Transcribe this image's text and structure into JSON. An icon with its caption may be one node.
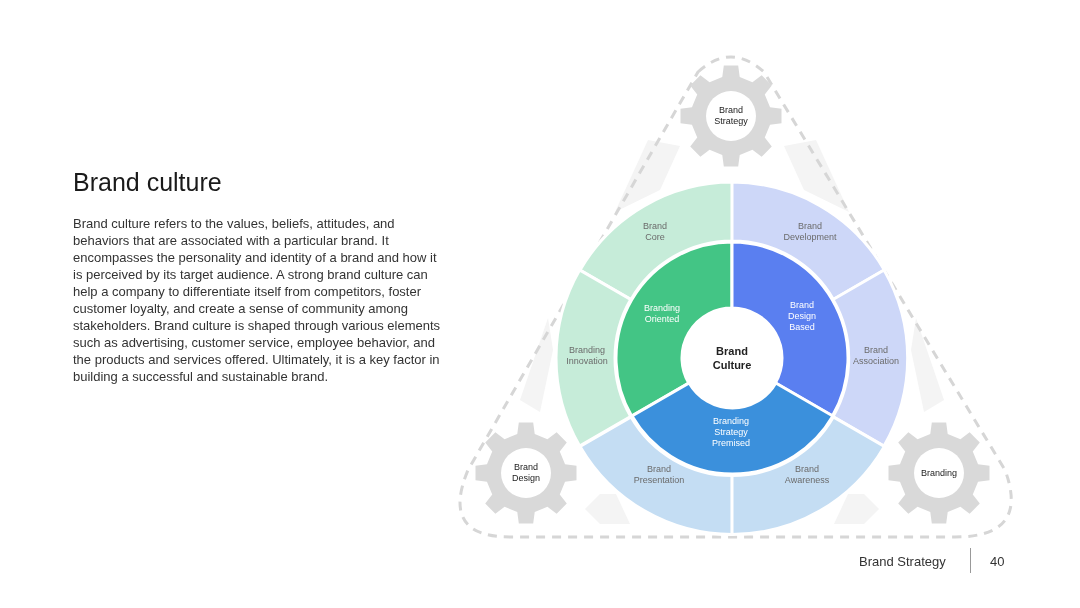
{
  "diagram": {
    "title": "Brand culture",
    "nodes": [
      {
        "text": [
          "Brand Strategy"
        ]
      },
      {
        "text": [
          "Brand Core"
        ]
      },
      {
        "text": [
          "Brand Development"
        ]
      },
      {
        "text": [
          "Branding Oriented"
        ]
      },
      {
        "text": [
          "Brand Design Based"
        ]
      },
      {
        "text": [
          "Branding Innovation"
        ]
      },
      {
        "text": [
          "Brand Culture"
        ]
      },
      {
        "text": [
          "Brand Association"
        ]
      },
      {
        "text": [
          "Branding Strategy Premised"
        ]
      },
      {
        "text": [
          "Brand Design"
        ]
      },
      {
        "text": [
          "Brand Presentation"
        ]
      },
      {
        "text": [
          "Brand Awareness"
        ]
      },
      {
        "text": [
          "Branding"
        ]
      }
    ],
    "labels": [
      "Brand culture refers to the values, beliefs, attitudes, and behaviors that are associated with a particular brand. It encompasses the personality and identity of a brand and how it is perceived by its target audience. A strong brand culture can help a company to differentiate itself from competitors, foster customer loyalty, and create a sense of community among stakeholders. Brand culture is shaped through various elements such as advertising, customer service, employee behavior, and the products and services offered. Ultimately, it is a key factor in building a successful and sustainable brand.",
      "Brand Strategy",
      "40"
    ]
  }
}
